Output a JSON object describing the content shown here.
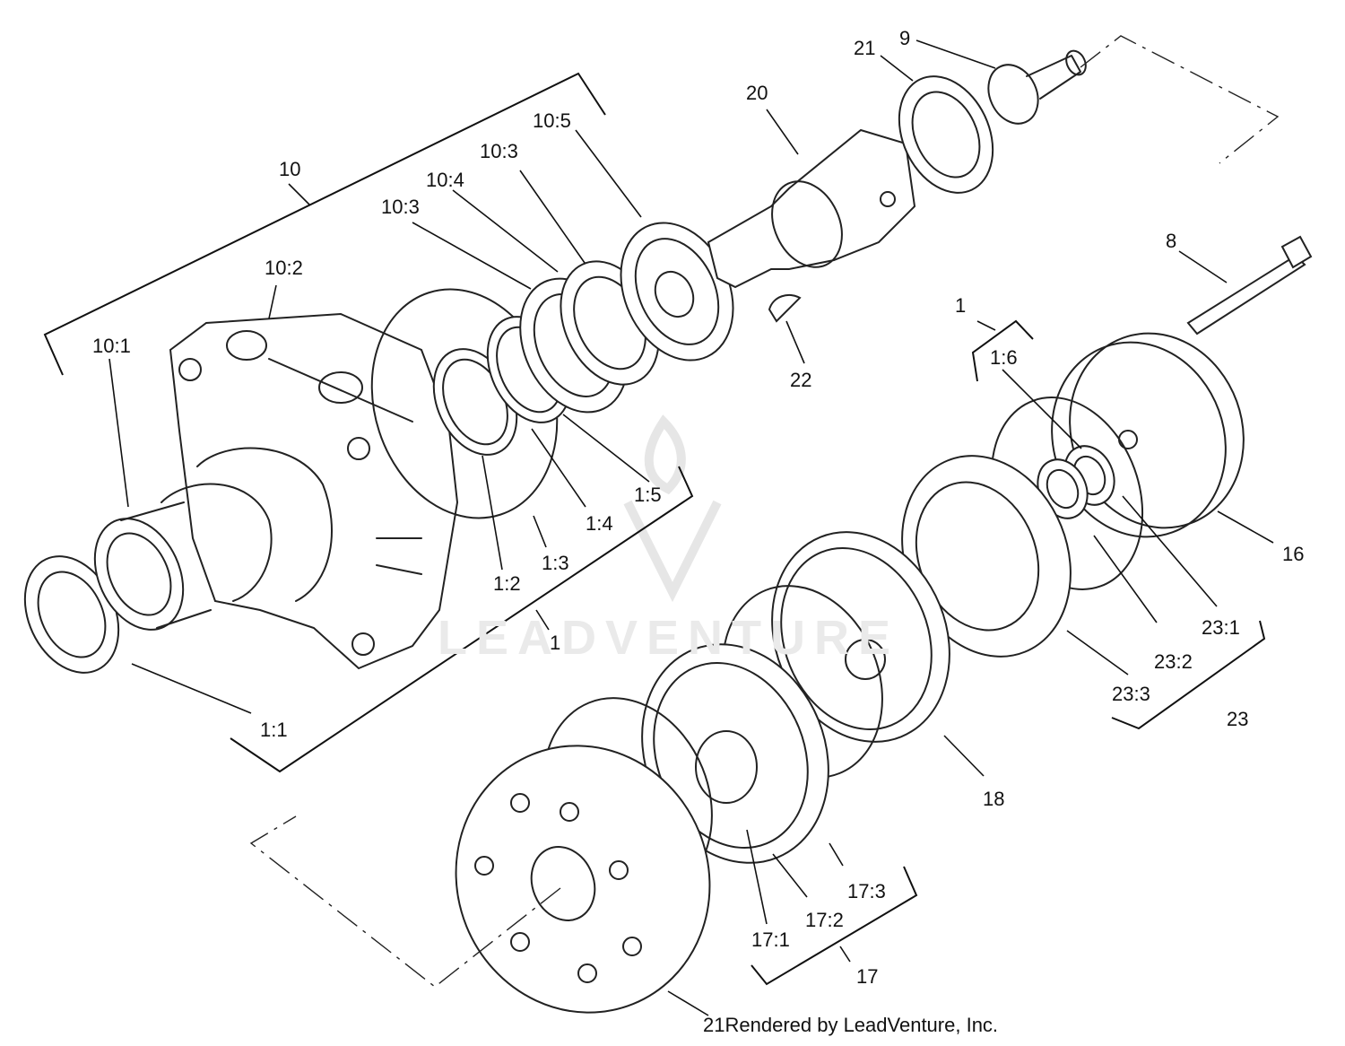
{
  "callouts": {
    "c10": "10",
    "c10_2": "10:2",
    "c10_1": "10:1",
    "c10_3a": "10:3",
    "c10_4": "10:4",
    "c10_3b": "10:3",
    "c10_5": "10:5",
    "c20": "20",
    "c21_top": "21",
    "c9": "9",
    "c8": "8",
    "c22": "22",
    "c1_top": "1",
    "c1_6": "1:6",
    "c1_5": "1:5",
    "c1_4": "1:4",
    "c1_3": "1:3",
    "c1_2": "1:2",
    "c1_mid": "1",
    "c1_1": "1:1",
    "c16": "16",
    "c23_1": "23:1",
    "c23_2": "23:2",
    "c23_3": "23:3",
    "c23": "23",
    "c18": "18",
    "c17_3": "17:3",
    "c17_2": "17:2",
    "c17_1": "17:1",
    "c17": "17"
  },
  "footer": {
    "part_label": "21",
    "credit": "Rendered by LeadVenture, Inc."
  },
  "watermark": {
    "text": "LEADVENTURE"
  }
}
